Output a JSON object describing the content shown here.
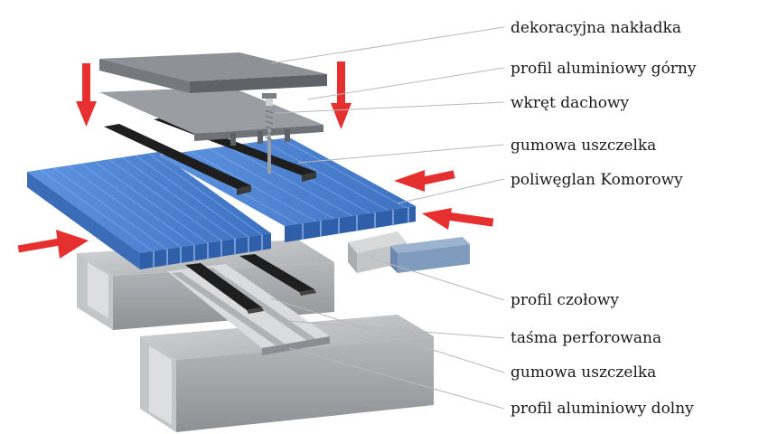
{
  "labels": [
    "dekoracyjna nakładka",
    "profil aluminiowy górny",
    "wkręt dachowy",
    "gumowa uszczelka",
    "poliwęglan Komorowy",
    "profil czołowy",
    "taśma perforowana",
    "gumowa uszczelka",
    "profil aluminiowy dolny"
  ],
  "colors": {
    "arrow": "#e63030",
    "polycarbonate": "#4f86d6",
    "polycarbonate_dark": "#2f5fa8",
    "aluminium": "#a8acb0",
    "rubber": "#1e1e1e",
    "steel_beam": "#b9bcbf"
  },
  "icons": [
    "arrow-down-icon",
    "arrow-right-icon",
    "arrow-left-icon"
  ]
}
